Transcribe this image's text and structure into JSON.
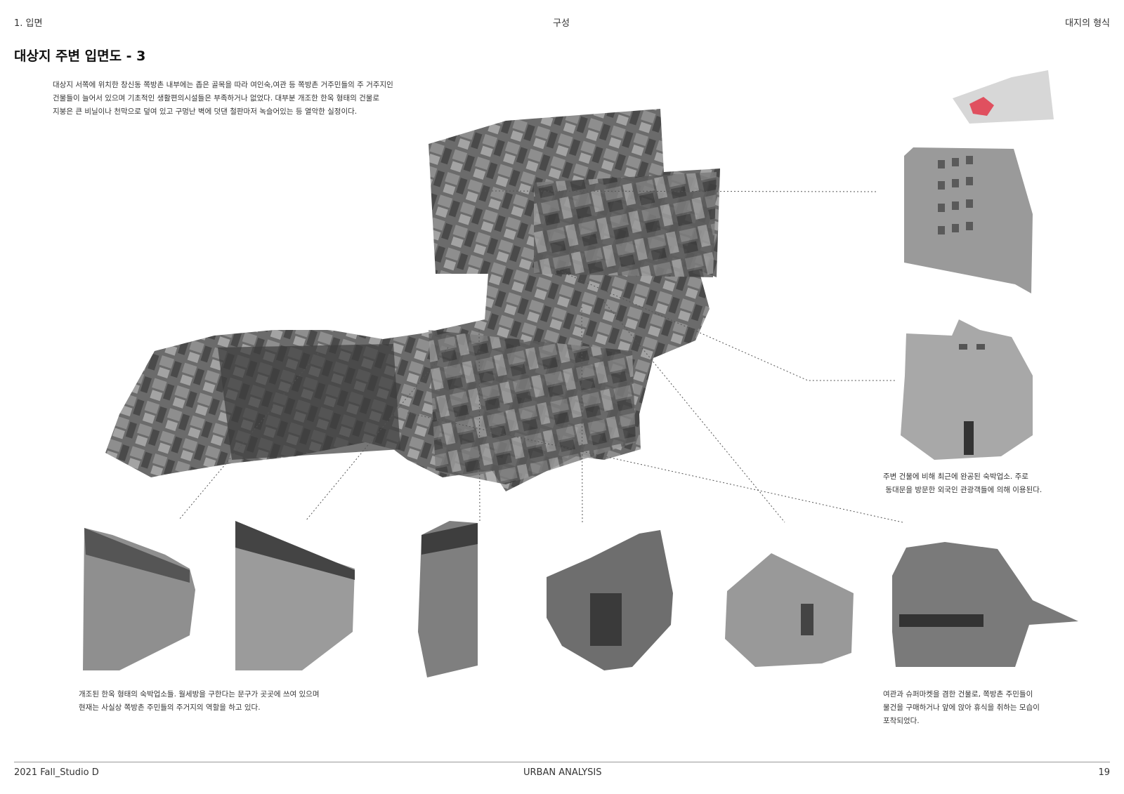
{
  "header": {
    "section": "1. 입면",
    "center": "구성",
    "right": "대지의 형식"
  },
  "title": "대상지 주변 입면도 - 3",
  "intro": [
    "대상지 서쪽에 위치한 창신동 쪽방촌 내부에는 좁은 골목을 따라 여인숙,여관 등 쪽방촌 거주민들의 주 거주지인",
    "건물들이 늘어서 있으며 기초적인 생활편의시설들은 부족하거나 없었다. 대부분 개조한 한옥 형태의 건물로",
    "지붕은 큰 비닐이나 천막으로 덮여 있고 구멍난 벽에 덧댄 철판마저 녹슬어있는 등 열악한 실정이다."
  ],
  "captions": {
    "guesthouse_right": [
      "주변 건물에 비해 최근에 완공된 숙박업소. 주로",
      " 동대문을 방문한 외국인 관광객들에 의해 이용된다."
    ],
    "hanok_left": [
      "개조된 한옥 형태의 숙박업소들. 월세방을 구한다는 문구가 곳곳에 쓰여 있으며",
      "현재는 사실상 쪽방촌 주민들의 주거지의 역할을 하고 있다."
    ],
    "market_right": [
      "여관과 슈퍼마켓을 겸한 건물로, 쪽방촌 주민들이",
      "물건을 구매하거나 앞에 앉아 휴식을 취하는 모습이",
      "포착되었다."
    ]
  },
  "footer": {
    "left": "2021 Fall_Studio D",
    "center": "URBAN ANALYSIS",
    "page": "19"
  },
  "colors": {
    "highlight_red": "#e0505f",
    "photo_gray": "#8a8a8a",
    "line": "#555555"
  }
}
